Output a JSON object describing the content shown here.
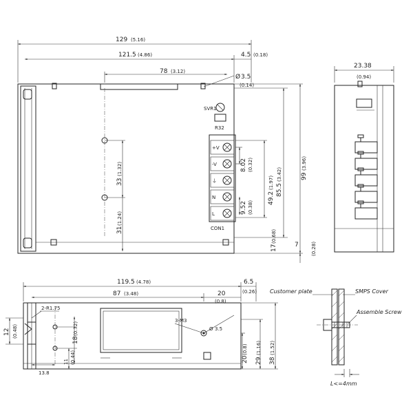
{
  "top_view": {
    "overall_length": "129",
    "overall_length_in": "(5.16)",
    "mount_span": "121.5",
    "mount_span_in": "(4.86)",
    "edge_offset": "4.5",
    "edge_offset_in": "(0.18)",
    "slot_span": "78",
    "slot_span_in": "(3.12)",
    "hole_dia": "3.5",
    "hole_dia_in": "(0.14)",
    "hole_prefix": "Ø",
    "vert_hole_span": "33",
    "vert_hole_span_in": "(1.32)",
    "vert_hole_bottom": "31",
    "vert_hole_bottom_in": "(1.24)",
    "terminal_pitch": "8.02",
    "terminal_pitch_in": "(0.32)",
    "terminal_gap": "9.52",
    "terminal_gap_in": "(0.38)",
    "terminal_span": "49.2",
    "terminal_span_in": "(1.97)",
    "inner_height": "85.5",
    "inner_height_in": "(3.42)",
    "overall_height": "99",
    "overall_height_in": "(3.96)",
    "bottom_offset": "17",
    "bottom_offset_in": "(0.68)",
    "base_offset": "7",
    "base_offset_in": "(0.28)",
    "pot_label": "SVR1",
    "pot_ref": "R32",
    "connector": "CON1",
    "terminals": [
      "+V",
      "-V",
      "⏚",
      "N",
      "L"
    ]
  },
  "side_view": {
    "width": "23.38",
    "width_in": "(0.94)"
  },
  "bottom_view": {
    "overall_length": "119.5",
    "overall_length_in": "(4.78)",
    "edge_offset": "6.5",
    "edge_offset_in": "(0.26)",
    "hole_span": "87",
    "hole_span_in": "(3.48)",
    "hole_offset": "20",
    "hole_offset_in": "(0.8)",
    "slot_callout": "2-R1.75",
    "thread_callout": "3-M3",
    "hole_dia": "3.5",
    "hole_prefix": "Ø",
    "side_height": "12",
    "side_height_in": "(0.48)",
    "vert_18": "18",
    "vert_18_in": "(0.72)",
    "vert_11": "11",
    "vert_11_in": "(0.44)",
    "horiz_13_8": "13.8",
    "vert_20": "20",
    "vert_20_in": "(0.8)",
    "vert_29": "29",
    "vert_29_in": "(1.16)",
    "vert_38": "38",
    "vert_38_in": "(1.52)"
  },
  "detail": {
    "customer_plate": "Customer plate",
    "smps_cover": "SMPS Cover",
    "assemble_screw": "Assemble Screw",
    "screw_length": "L<=4mm"
  }
}
